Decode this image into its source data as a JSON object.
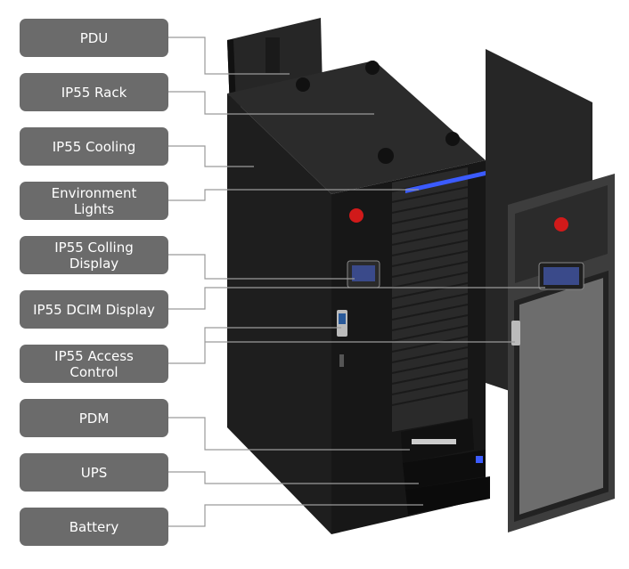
{
  "labels": [
    {
      "id": "pdu",
      "text": "PDU"
    },
    {
      "id": "ip55-rack",
      "text": "IP55 Rack"
    },
    {
      "id": "ip55-cooling",
      "text": "IP55 Cooling"
    },
    {
      "id": "environment-lights",
      "text": "Environment\nLights"
    },
    {
      "id": "ip55-colling-display",
      "text": "IP55 Colling\nDisplay"
    },
    {
      "id": "ip55-dcim-display",
      "text": "IP55 DCIM Display"
    },
    {
      "id": "ip55-access-control",
      "text": "IP55 Access\nControl"
    },
    {
      "id": "pdm",
      "text": "PDM"
    },
    {
      "id": "ups",
      "text": "UPS"
    },
    {
      "id": "battery",
      "text": "Battery"
    }
  ],
  "colors": {
    "label_bg": "#6b6b6b",
    "leader_line": "#9a9a9a",
    "cabinet": "#1c1c1c",
    "light_strip": "#3b5bff",
    "logo_red": "#d11a1a"
  }
}
